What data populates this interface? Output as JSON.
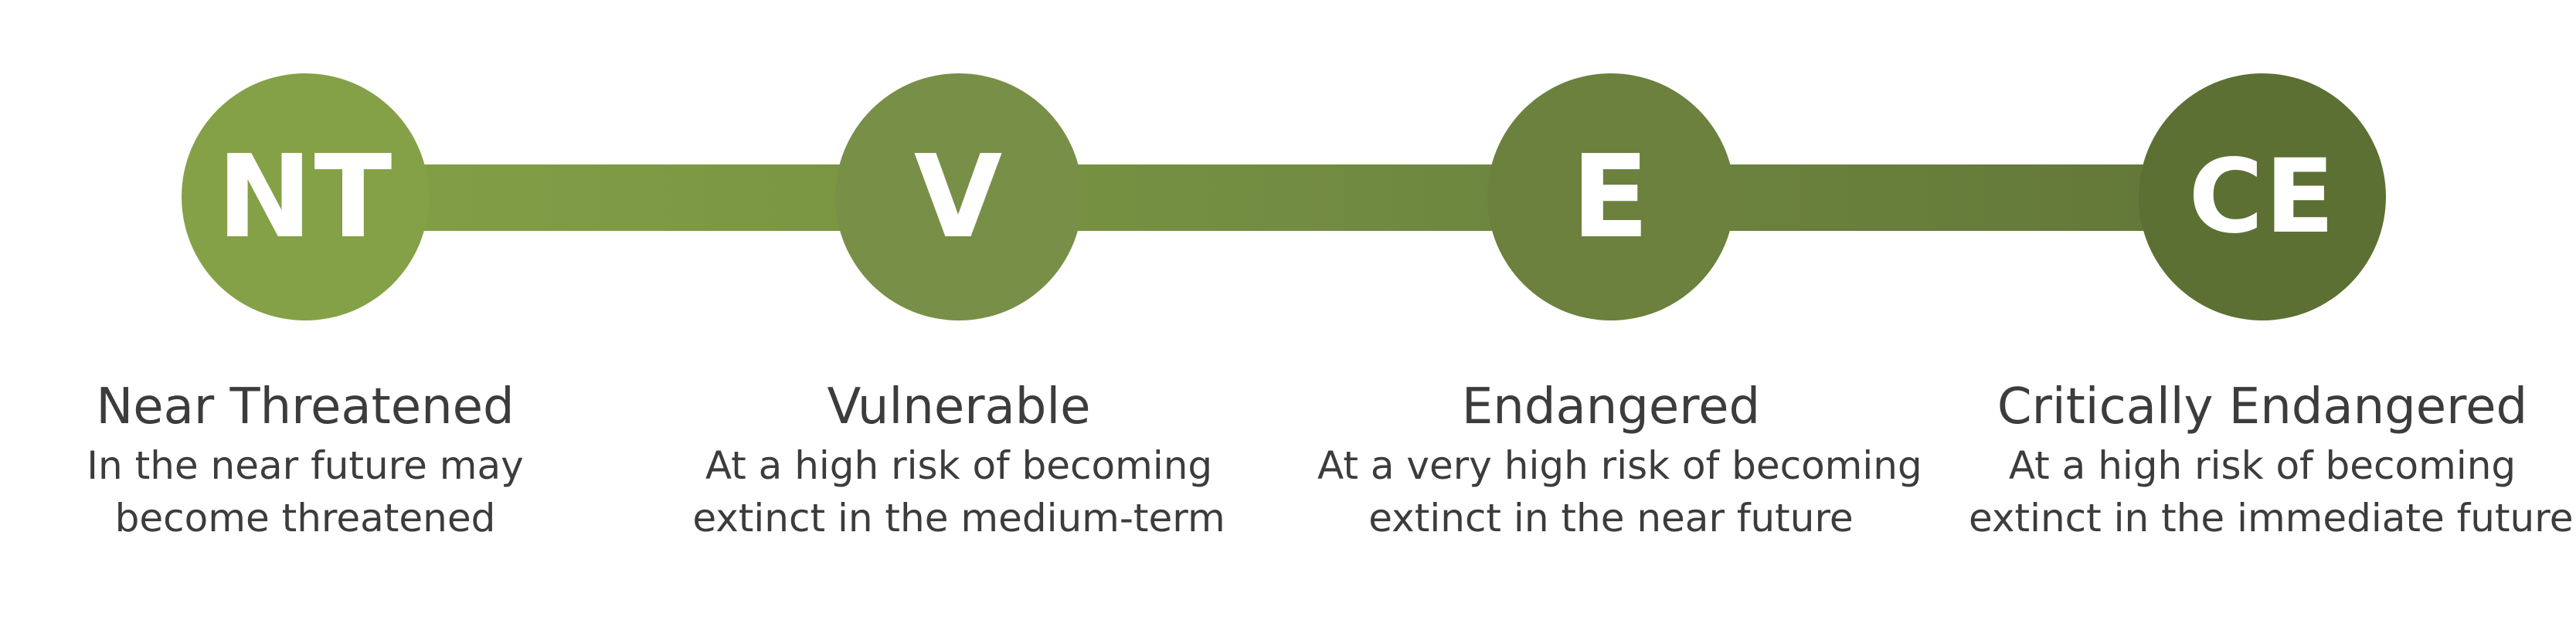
{
  "stages": [
    {
      "abbr": "NT",
      "title": "Near Threatened",
      "desc_line1": "In the near future may",
      "desc_line2": "become threatened",
      "color": "#84a147"
    },
    {
      "abbr": "V",
      "title": "Vulnerable",
      "desc_line1": "At a high risk of becoming",
      "desc_line2": "extinct in the medium-term",
      "color": "#788f47"
    },
    {
      "abbr": "E",
      "title": "Endangered",
      "desc_line1": "At a very high risk of becoming",
      "desc_line2": "extinct in the near future",
      "color": "#6b813d"
    },
    {
      "abbr": "CE",
      "title": "Critically Endangered",
      "desc_line1": "At a high risk of becoming",
      "desc_line2": "extinct in the immediate future",
      "color": "#5d7033"
    }
  ]
}
